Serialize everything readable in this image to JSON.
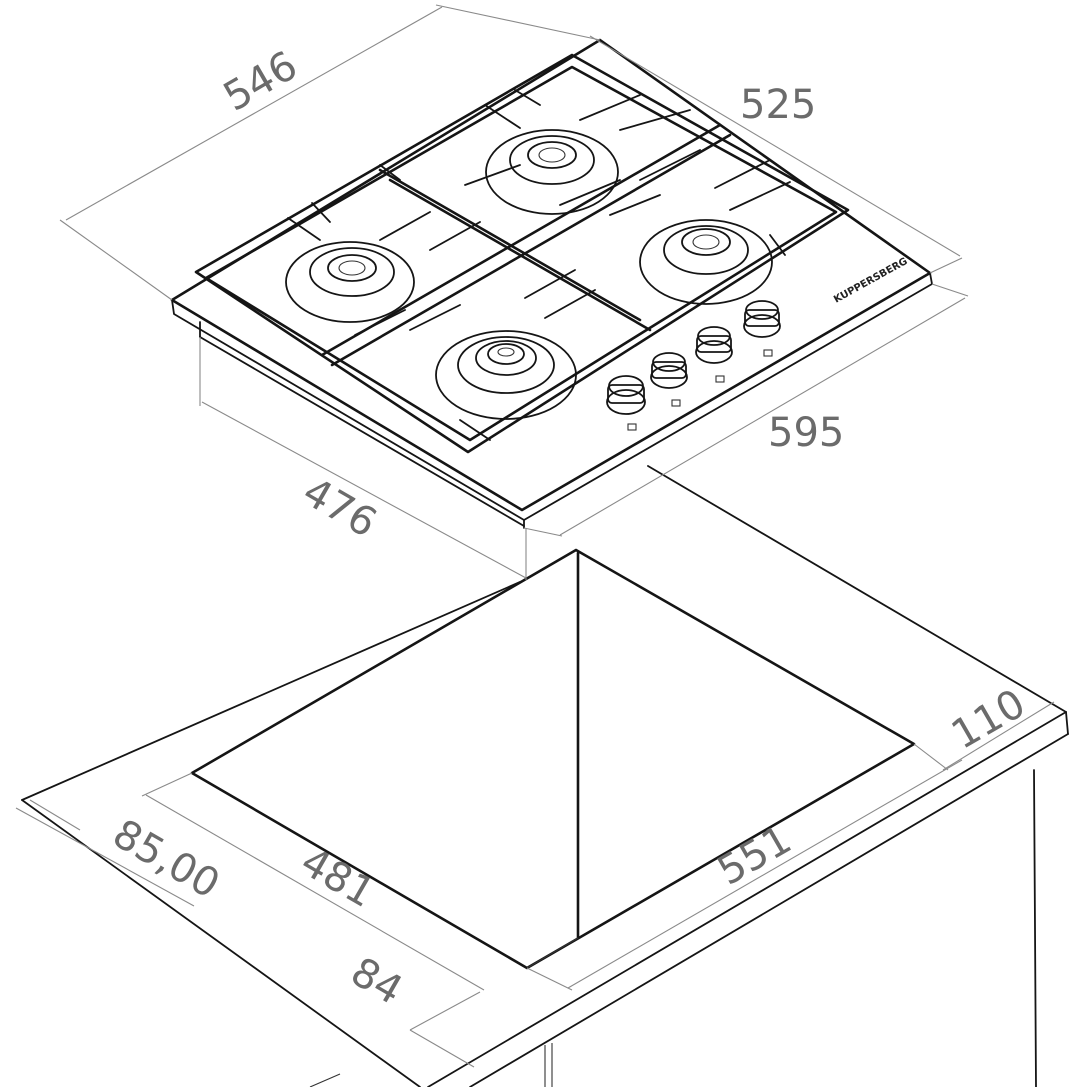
{
  "drawing": {
    "brand_text": "KUPPERSBERG",
    "dimensions": {
      "top_width": "546",
      "top_depth": "525",
      "body_width": "595",
      "body_depth": "476",
      "cutout_offset_top": "110",
      "cutout_width": "551",
      "cutout_depth": "481",
      "front_offset": "85,00",
      "front_gap": "84"
    },
    "colors": {
      "line": "#151515",
      "dimension_line": "#8a8a8a",
      "dimension_text": "#6b6b6b"
    }
  }
}
